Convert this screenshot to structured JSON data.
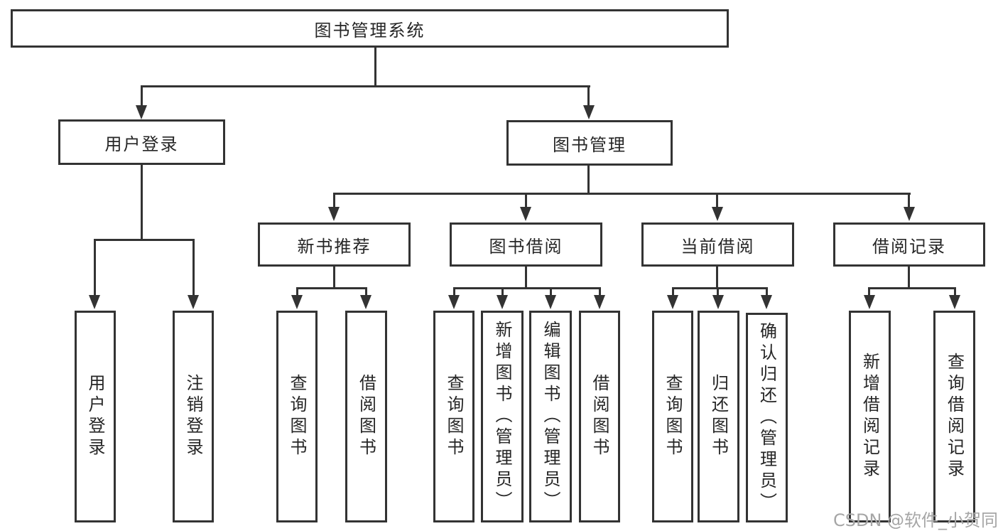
{
  "diagram": {
    "root": {
      "label": "图书管理系统"
    },
    "level2": [
      {
        "label": "用户登录"
      },
      {
        "label": "图书管理"
      }
    ],
    "level3": [
      {
        "label": "新书推荐"
      },
      {
        "label": "图书借阅"
      },
      {
        "label": "当前借阅"
      },
      {
        "label": "借阅记录"
      }
    ],
    "leaves": {
      "user_login": [
        "用户登录",
        "注销登录"
      ],
      "new_book_recommend": [
        "查询图书",
        "借阅图书"
      ],
      "book_borrow": [
        "查询图书",
        "新增图书（管理员）",
        "编辑图书（管理员）",
        "借阅图书"
      ],
      "current_borrow": [
        "查询图书",
        "归还图书",
        "确认归还（管理员）"
      ],
      "borrow_records": [
        "新增借阅记录",
        "查询借阅记录"
      ]
    },
    "watermark": "CSDN @软件_小贺同学",
    "colors": {
      "line": "#333333",
      "text": "#262626",
      "background": "#ffffff",
      "watermark": "#a6a6a6"
    }
  }
}
